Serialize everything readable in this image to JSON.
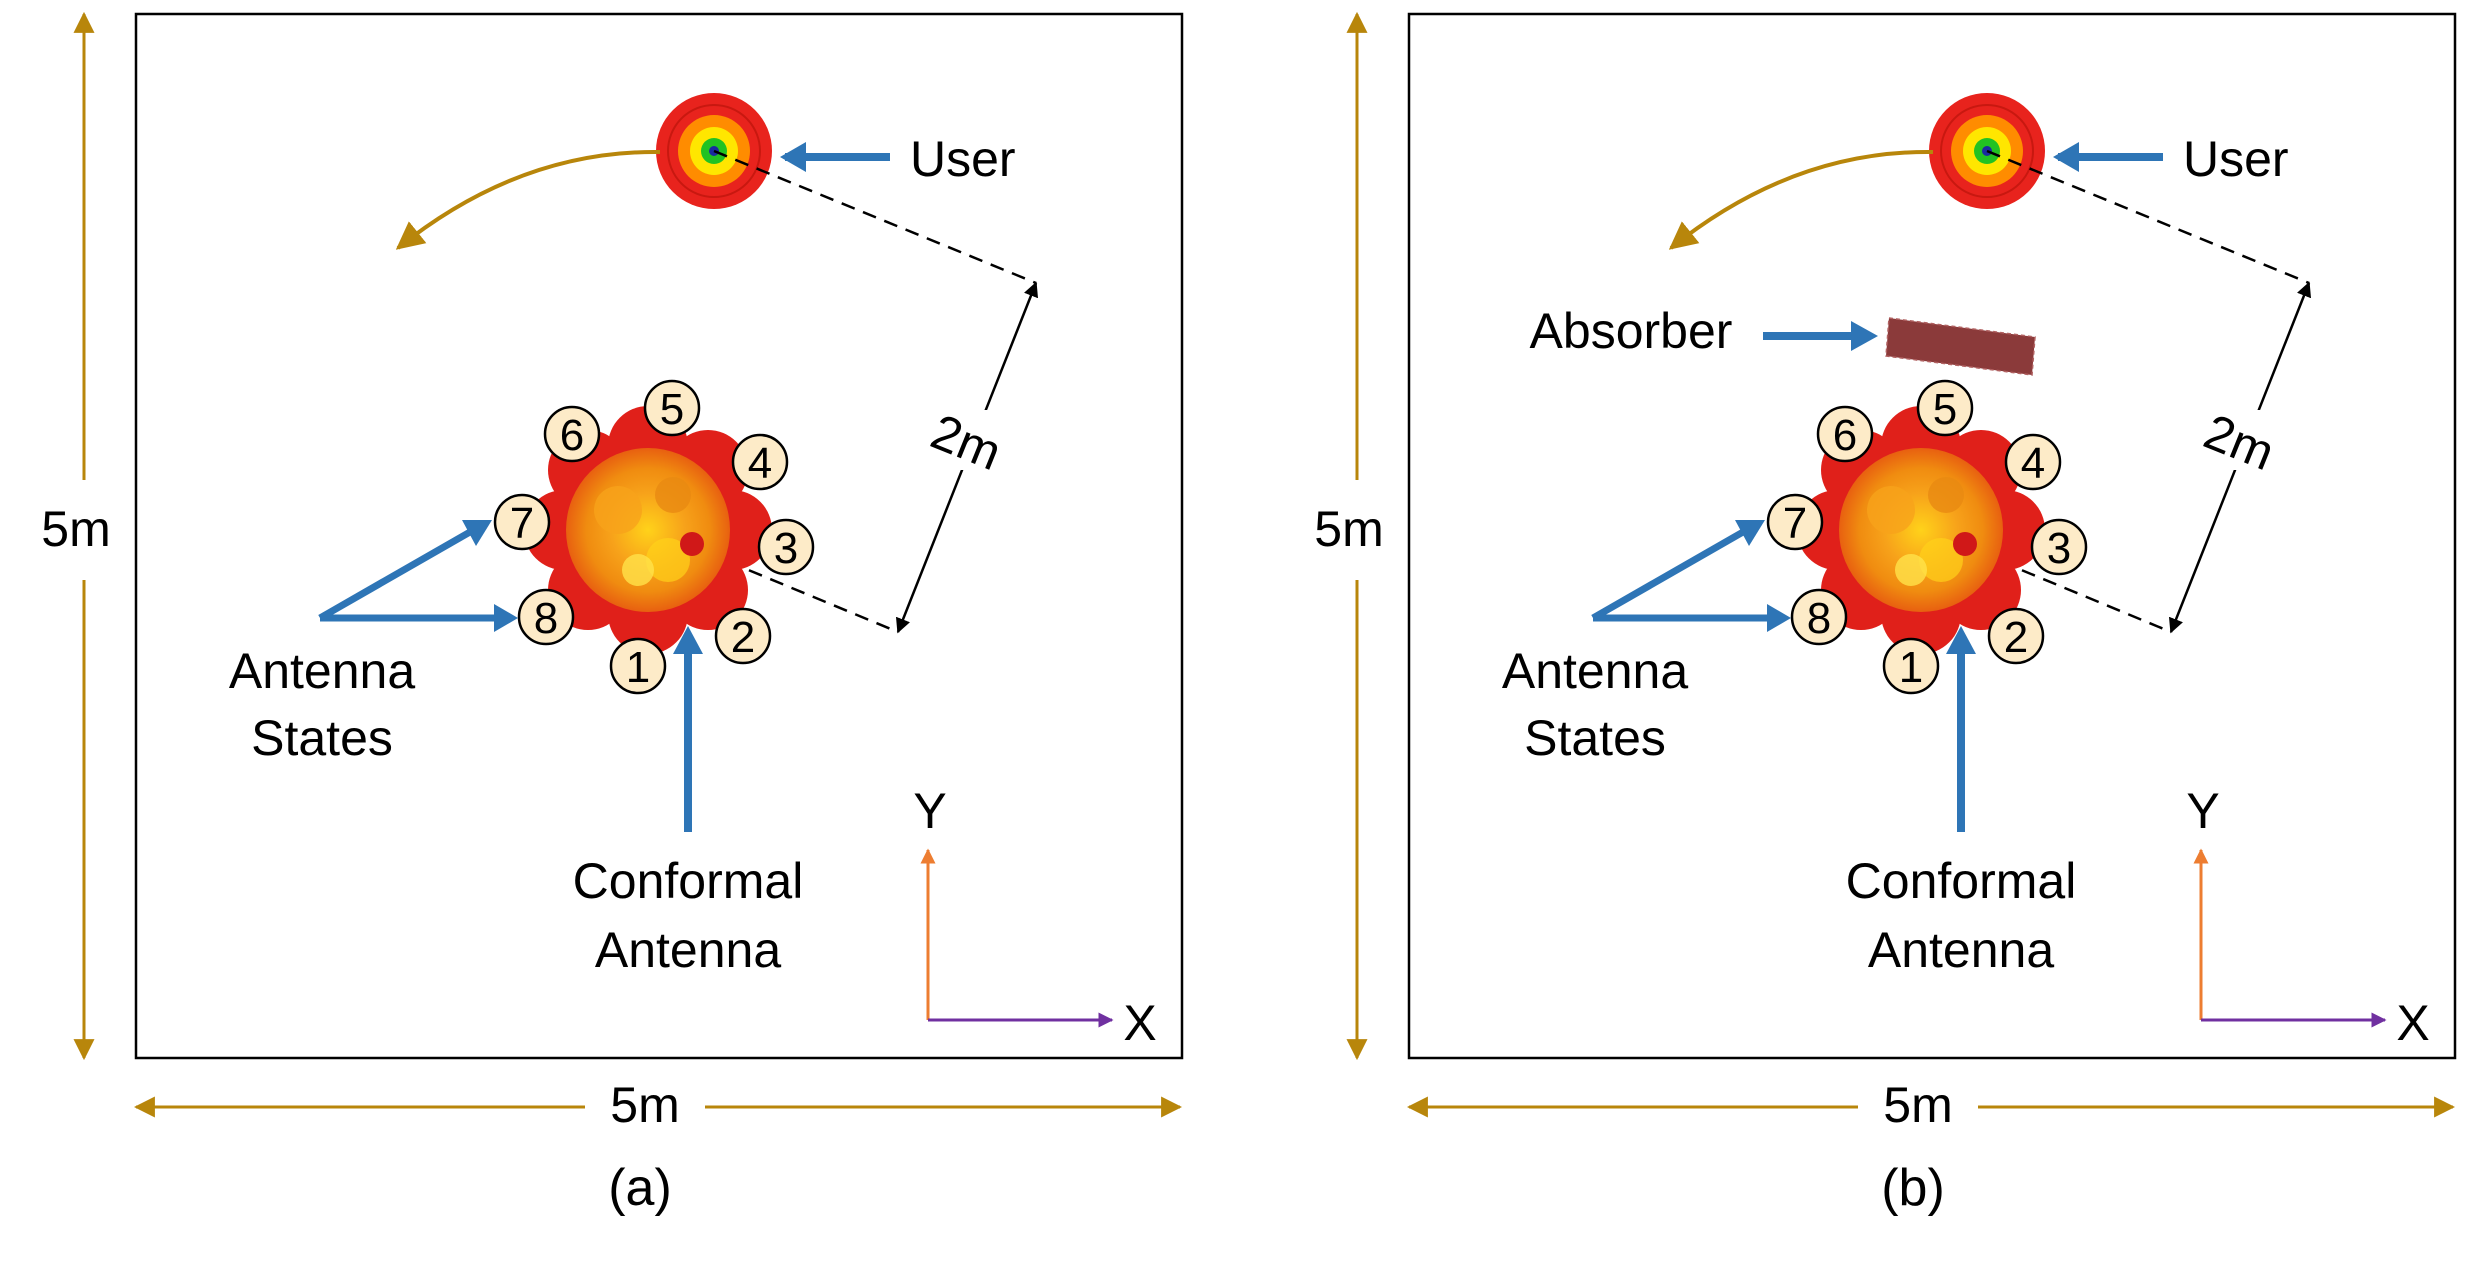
{
  "panels": [
    {
      "id": "a",
      "caption": "(a)",
      "room_width_label": "5m",
      "room_height_label": "5m",
      "distance_label": "2m",
      "user_label": "User",
      "antenna_states_label_line1": "Antenna",
      "antenna_states_label_line2": "States",
      "conformal_label_line1": "Conformal",
      "conformal_label_line2": "Antenna",
      "axis_x_label": "X",
      "axis_y_label": "Y",
      "state_numbers": [
        "1",
        "2",
        "3",
        "4",
        "5",
        "6",
        "7",
        "8"
      ],
      "absorber_label": ""
    },
    {
      "id": "b",
      "caption": "(b)",
      "room_width_label": "5m",
      "room_height_label": "5m",
      "distance_label": "2m",
      "user_label": "User",
      "antenna_states_label_line1": "Antenna",
      "antenna_states_label_line2": "States",
      "conformal_label_line1": "Conformal",
      "conformal_label_line2": "Antenna",
      "axis_x_label": "X",
      "axis_y_label": "Y",
      "state_numbers": [
        "1",
        "2",
        "3",
        "4",
        "5",
        "6",
        "7",
        "8"
      ],
      "absorber_label": "Absorber"
    }
  ],
  "colors": {
    "dimension_arrow": "#B8860B",
    "pointer_arrow": "#2E75B6",
    "state_circle_fill": "#FDEBC8",
    "x_axis": "#7030A0",
    "y_axis": "#ED7D31",
    "absorber": "#8B3A3A",
    "user_outer": "#E8231D",
    "user_mid": "#FF8C00",
    "user_inner": "#FFE600",
    "user_core": "#22C222",
    "antenna_outer": "#E0201A",
    "antenna_inner": "#F08C10"
  }
}
